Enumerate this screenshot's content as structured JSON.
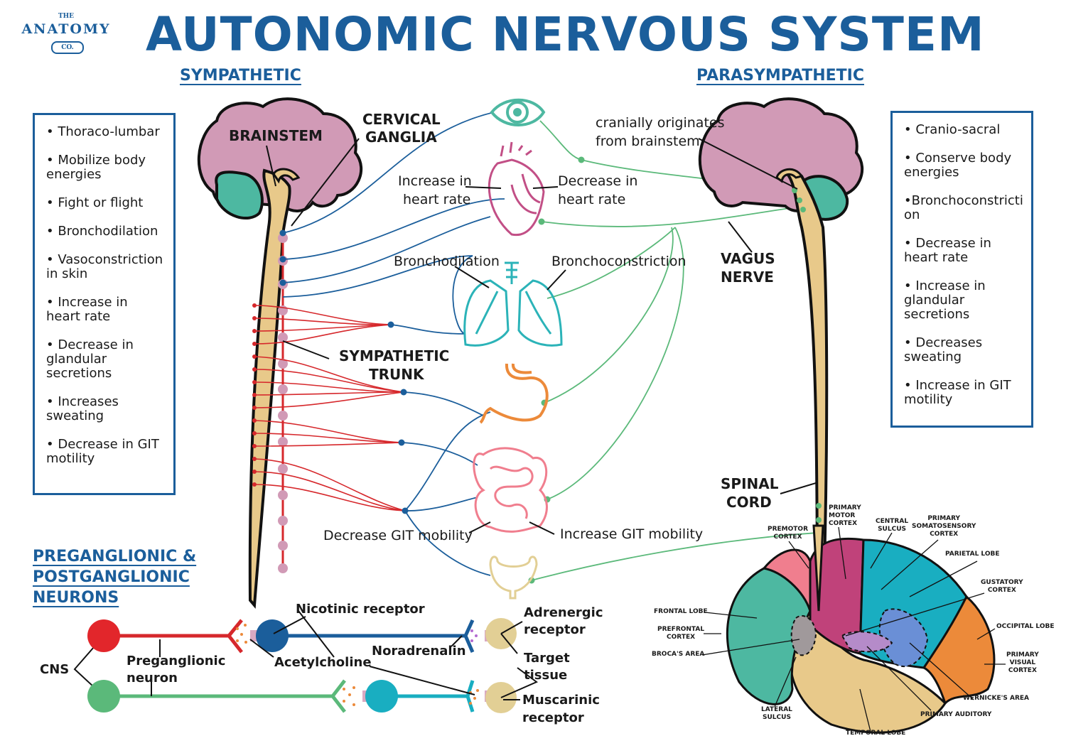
{
  "title": "AUTONOMIC NERVOUS SYSTEM",
  "logo": {
    "top": "THE",
    "main": "ANATOMY",
    "bottom": "CO."
  },
  "sympathetic": {
    "heading": "SYMPATHETIC",
    "items": [
      "• Thoraco-lumbar",
      "• Mobilize body energies",
      "• Fight or flight",
      "• Bronchodilation",
      "• Vasoconstriction in skin",
      "• Increase in heart rate",
      "• Decrease in glandular secretions",
      "• Increases sweating",
      "• Decrease in GIT motility"
    ]
  },
  "parasympathetic": {
    "heading": "PARASYMPATHETIC",
    "items": [
      "• Cranio-sacral",
      "• Conserve body energies",
      "•Bronchoconstricti on",
      "• Decrease in heart rate",
      "• Increase in glandular secretions",
      "• Decreases sweating",
      "• Increase in GIT motility"
    ]
  },
  "labels": {
    "brainstem": "BRAINSTEM",
    "cervical_ganglia_1": "CERVICAL",
    "cervical_ganglia_2": "GANGLIA",
    "cranially_1": "cranially originates",
    "cranially_2": "from brainstem",
    "increase_hr_1": "Increase in",
    "increase_hr_2": "heart rate",
    "decrease_hr_1": "Decrease in",
    "decrease_hr_2": "heart rate",
    "bronchodilation": "Bronchodilation",
    "bronchoconstriction": "Bronchoconstriction",
    "vagus_1": "VAGUS",
    "vagus_2": "NERVE",
    "symp_trunk_1": "SYMPATHETIC",
    "symp_trunk_2": "TRUNK",
    "decrease_git": "Decrease GIT mobility",
    "increase_git": "Increase GIT mobility",
    "spinal_cord_1": "SPINAL",
    "spinal_cord_2": "CORD"
  },
  "neurons": {
    "heading_1": "PREGANGLIONIC &",
    "heading_2": "POSTGANGLIONIC",
    "heading_3": "NEURONS",
    "cns": "CNS",
    "preganglionic_1": "Preganglionic",
    "preganglionic_2": "neuron",
    "nicotinic": "Nicotinic receptor",
    "acetylcholine": "Acetylcholine",
    "noradrenalin": "Noradrenalin",
    "adrenergic_1": "Adrenergic",
    "adrenergic_2": "receptor",
    "target_1": "Target",
    "target_2": "tissue",
    "muscarinic_1": "Muscarinic",
    "muscarinic_2": "receptor"
  },
  "brain_regions": {
    "primary_motor_1": "PRIMARY",
    "primary_motor_2": "MOTOR",
    "primary_motor_3": "CORTEX",
    "premotor_1": "PREMOTOR",
    "premotor_2": "CORTEX",
    "central_1": "CENTRAL",
    "central_2": "SULCUS",
    "somato_1": "PRIMARY",
    "somato_2": "SOMATOSENSORY",
    "somato_3": "CORTEX",
    "parietal": "PARIETAL LOBE",
    "gustatory_1": "GUSTATORY",
    "gustatory_2": "CORTEX",
    "frontal": "FRONTAL LOBE",
    "prefrontal_1": "PREFRONTAL",
    "prefrontal_2": "CORTEX",
    "occipital": "OCCIPITAL LOBE",
    "broca": "BROCA'S AREA",
    "visual_1": "PRIMARY",
    "visual_2": "VISUAL",
    "visual_3": "CORTEX",
    "wernicke": "WERNICKE'S AREA",
    "lateral_1": "LATERAL",
    "lateral_2": "SULCUS",
    "auditory": "PRIMARY AUDITORY",
    "temporal": "TEMPORAL LOBE"
  },
  "colors": {
    "brand_blue": "#1b5e9b",
    "sympathetic_red": "#d6282c",
    "parasympathetic_green": "#5bb97a",
    "brain_pink": "#d19ab6",
    "cerebellum_teal": "#4db8a1",
    "cord_tan": "#e8c98a"
  }
}
